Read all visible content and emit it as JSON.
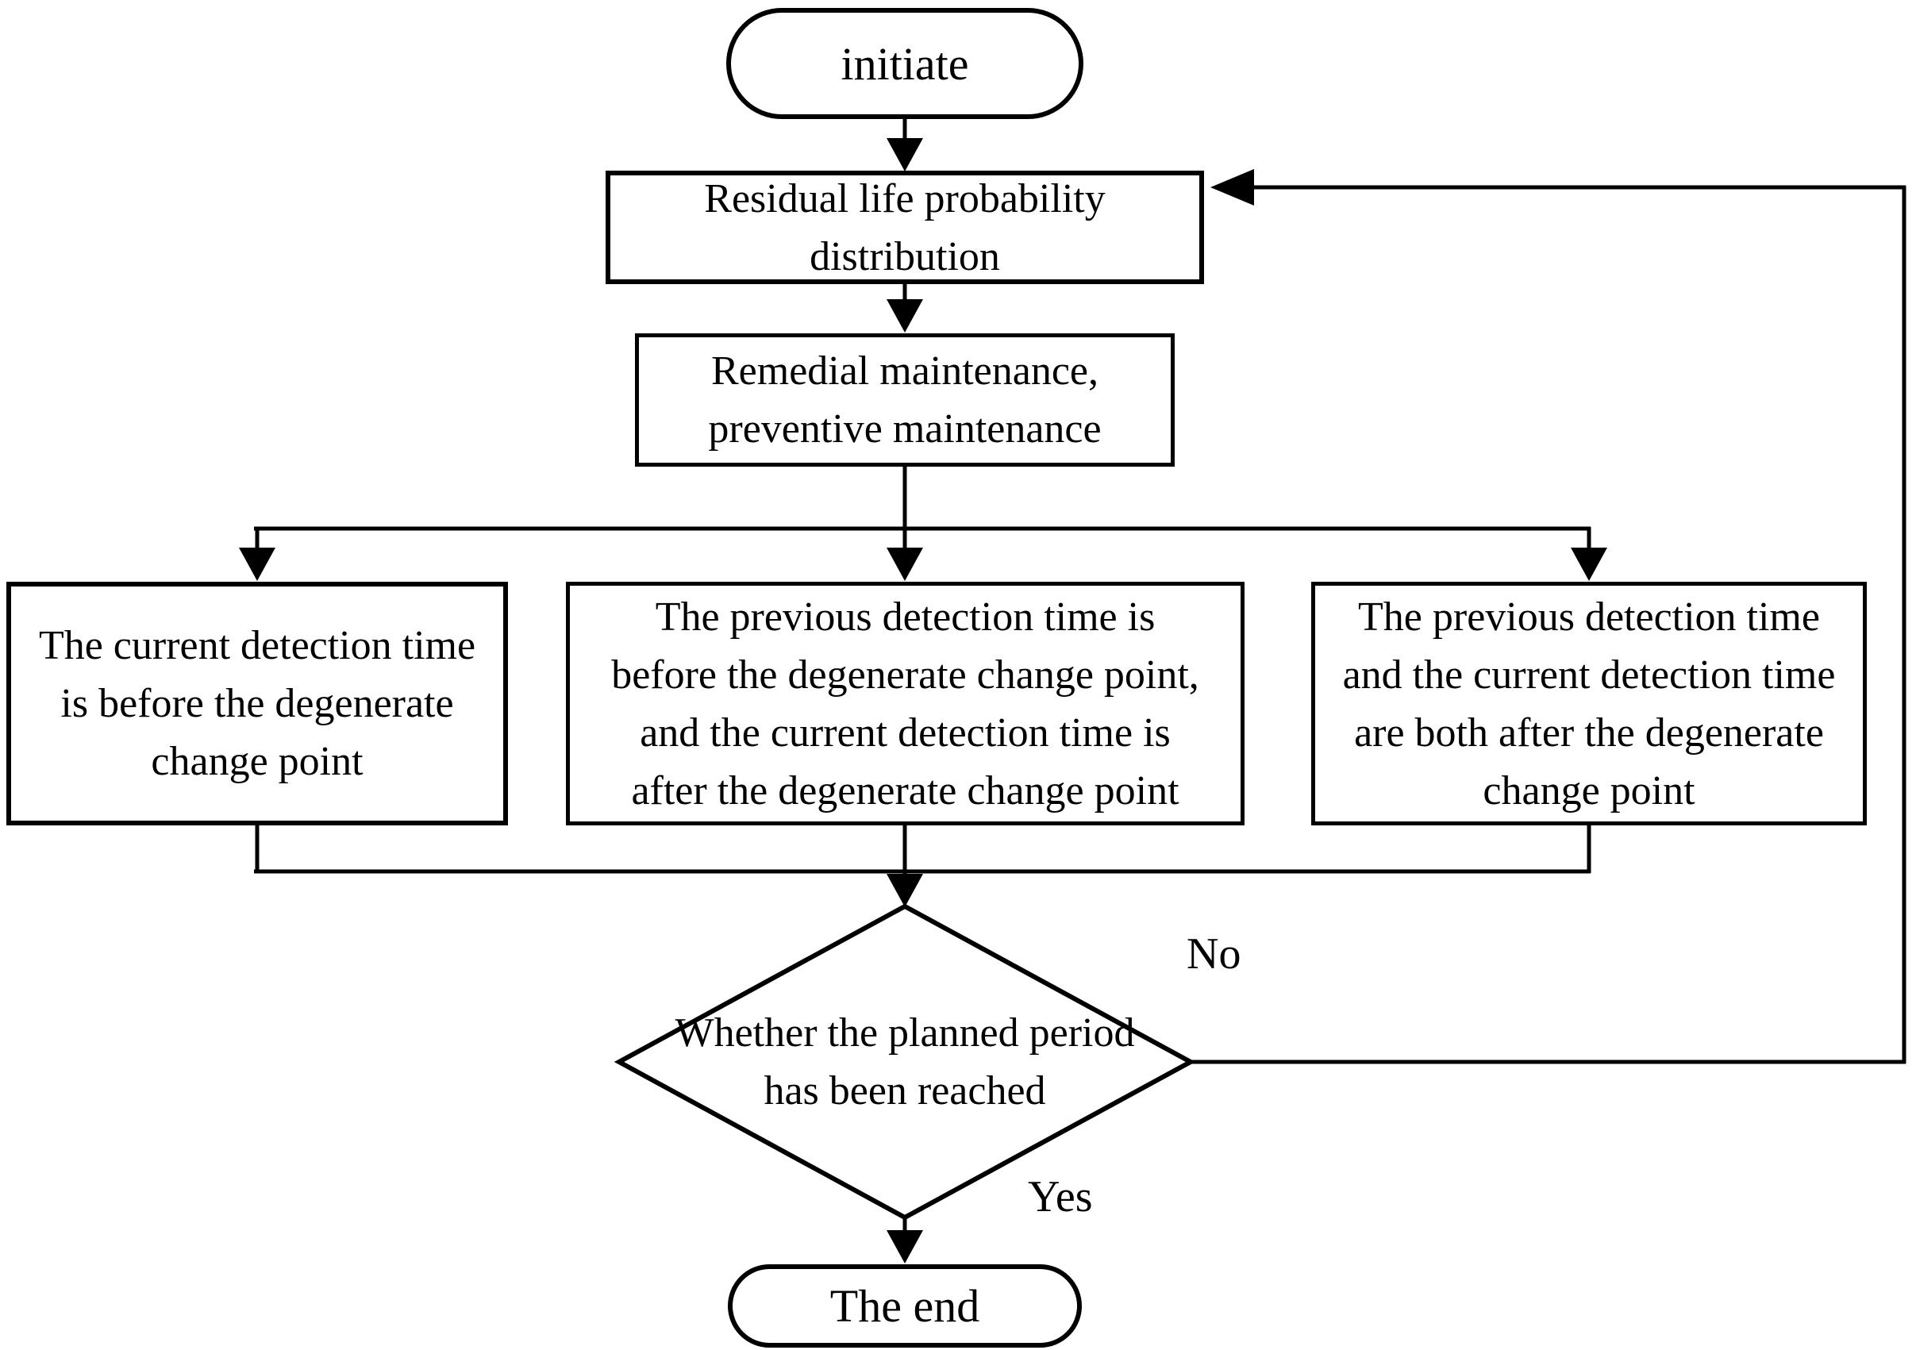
{
  "diagram": {
    "type": "flowchart",
    "colors": {
      "stroke": "#000000",
      "node_fill": "#ffffff",
      "text": "#000000"
    },
    "nodes": {
      "start": {
        "shape": "terminator",
        "label": "initiate",
        "lines": [
          "initiate"
        ]
      },
      "residual": {
        "shape": "process",
        "label": "Residual life probability distribution",
        "lines": [
          "Residual life probability",
          "distribution"
        ]
      },
      "remedial": {
        "shape": "process",
        "label": "Remedial maintenance, preventive maintenance",
        "lines": [
          "Remedial maintenance,",
          "preventive maintenance"
        ]
      },
      "case_current_before": {
        "shape": "process",
        "label": "The current detection time is before the degenerate change point",
        "lines": [
          "The current detection time",
          "is before the degenerate",
          "change point"
        ]
      },
      "case_straddle": {
        "shape": "process",
        "label": "The previous detection time is before the degenerate change point, and the current detection time is after the degenerate change point",
        "lines": [
          "The previous detection time is",
          "before the degenerate change point,",
          "and the current detection time is",
          "after the degenerate change point"
        ]
      },
      "case_both_after": {
        "shape": "process",
        "label": "The previous detection time and the current detection time are both after the degenerate change point",
        "lines": [
          "The previous detection time",
          "and the current detection time",
          "are both after the degenerate",
          "change point"
        ]
      },
      "decision": {
        "shape": "decision",
        "label": "Whether the planned period has been reached",
        "lines": [
          "Whether the planned period",
          "has been reached"
        ]
      },
      "end": {
        "shape": "terminator",
        "label": "The end",
        "lines": [
          "The end"
        ]
      }
    },
    "edge_labels": {
      "no": "No",
      "yes": "Yes"
    }
  }
}
